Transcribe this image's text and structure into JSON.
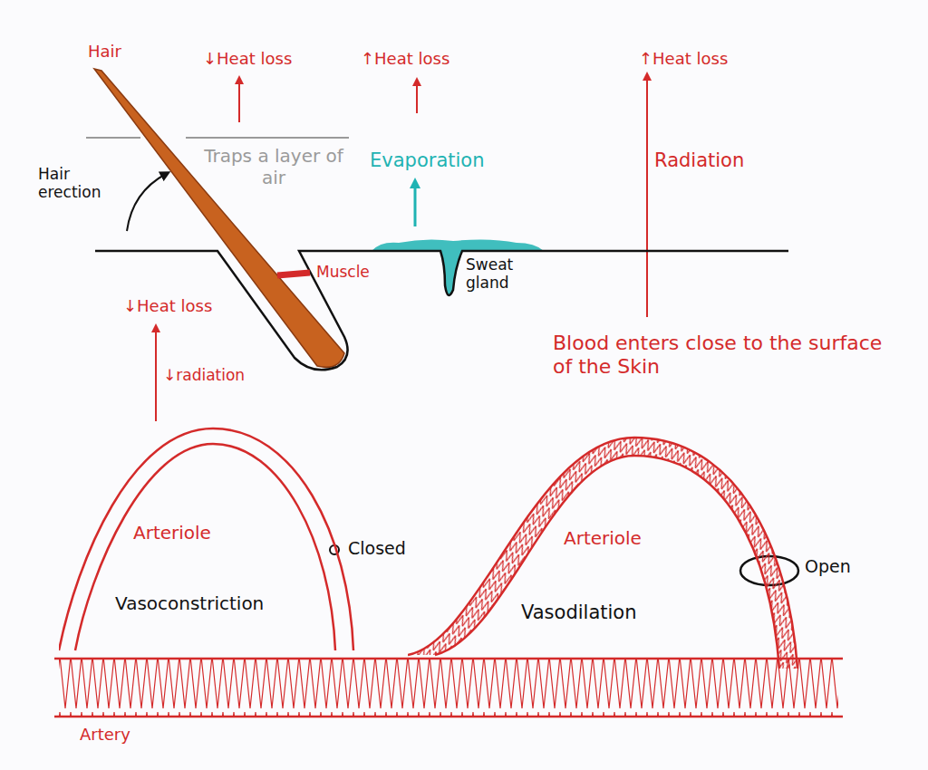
{
  "diagram": {
    "nodes": [
      {
        "text": [
          "Arteriole",
          "Vasoconstriction"
        ]
      },
      {
        "text": [
          "Arteriole",
          "Vasodilation"
        ]
      },
      {
        "text": [
          "Artery"
        ]
      }
    ],
    "labels": [
      "Hair",
      "↓Heat loss",
      "↑Heat loss",
      "↑Heat loss",
      "Traps a layer of air",
      "Evaporation",
      "Radiation",
      "Hair erection",
      "Muscle",
      "Sweat gland",
      "↓Heat loss",
      "↓radiation",
      "Blood enters close to the surface of the Skin",
      "Closed",
      "Open"
    ]
  }
}
